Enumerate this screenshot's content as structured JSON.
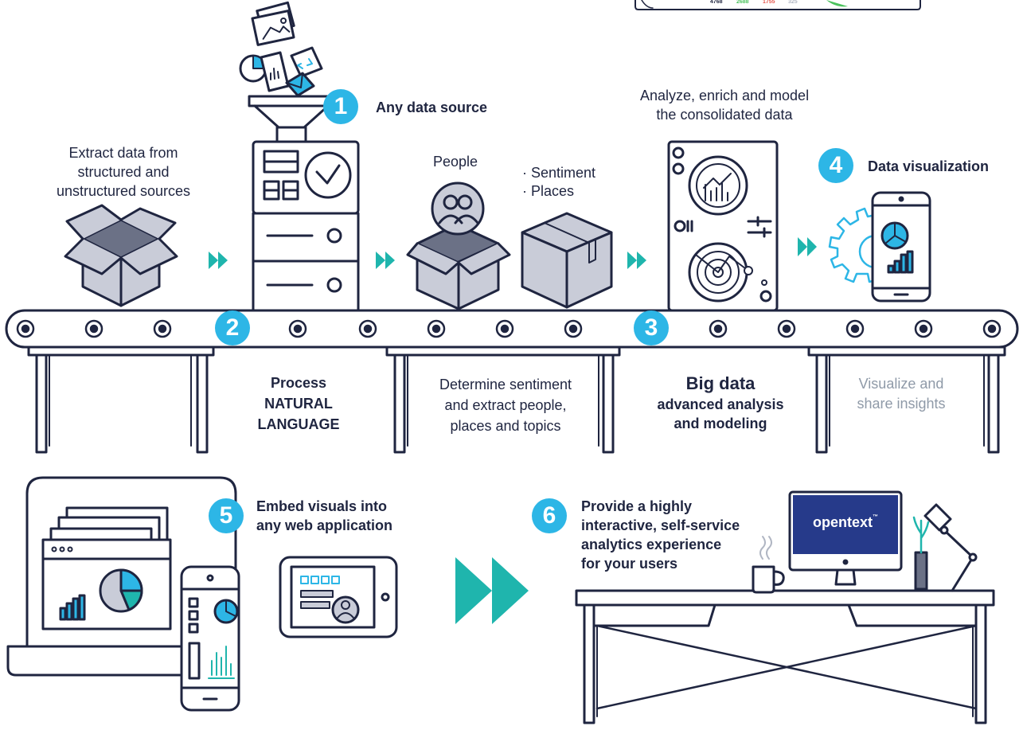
{
  "top_stats": {
    "v1": "4768",
    "v2": "2688",
    "v3": "1755",
    "v4": "325"
  },
  "steps": {
    "s1": {
      "num": "1",
      "label": "Any data source"
    },
    "s2": {
      "num": "2",
      "line1": "Process",
      "line2": "NATURAL",
      "line3": "LANGUAGE"
    },
    "s3": {
      "num": "3",
      "line1": "Big data",
      "line2": "advanced analysis",
      "line3": "and modeling"
    },
    "s4": {
      "num": "4",
      "label": "Data visualization"
    },
    "s5": {
      "num": "5",
      "line1": "Embed visuals into",
      "line2": "any web application"
    },
    "s6": {
      "num": "6",
      "line1": "Provide a highly",
      "line2": "interactive, self-service",
      "line3": "analytics experience",
      "line4": "for your users"
    }
  },
  "captions": {
    "extract": [
      "Extract data from",
      "structured and",
      "unstructured sources"
    ],
    "people": "People",
    "sentiment": [
      "· Sentiment",
      "· Places"
    ],
    "analyze": [
      "Analyze, enrich and model",
      "the consolidated data"
    ],
    "determine": [
      "Determine sentiment",
      "and extract people,",
      "places and topics"
    ],
    "visualize": [
      "Visualize and",
      "share insights"
    ]
  },
  "logo": {
    "text": "opentext",
    "tm": "™"
  },
  "colors": {
    "navy": "#1f2540",
    "accent": "#2db6e6",
    "teal": "#1fb5ad",
    "grey_box": "#c9ccd8",
    "dark_box": "#6b7186",
    "screen": "#263a8a"
  },
  "icons": [
    "document-icon",
    "image-icon",
    "pie-chart-icon",
    "code-icon",
    "email-icon",
    "clock-icon",
    "people-icon",
    "bar-chart-icon",
    "target-icon",
    "gear-icon",
    "mug-icon",
    "lamp-icon",
    "vase-icon",
    "double-arrow-icon",
    "user-icon"
  ]
}
